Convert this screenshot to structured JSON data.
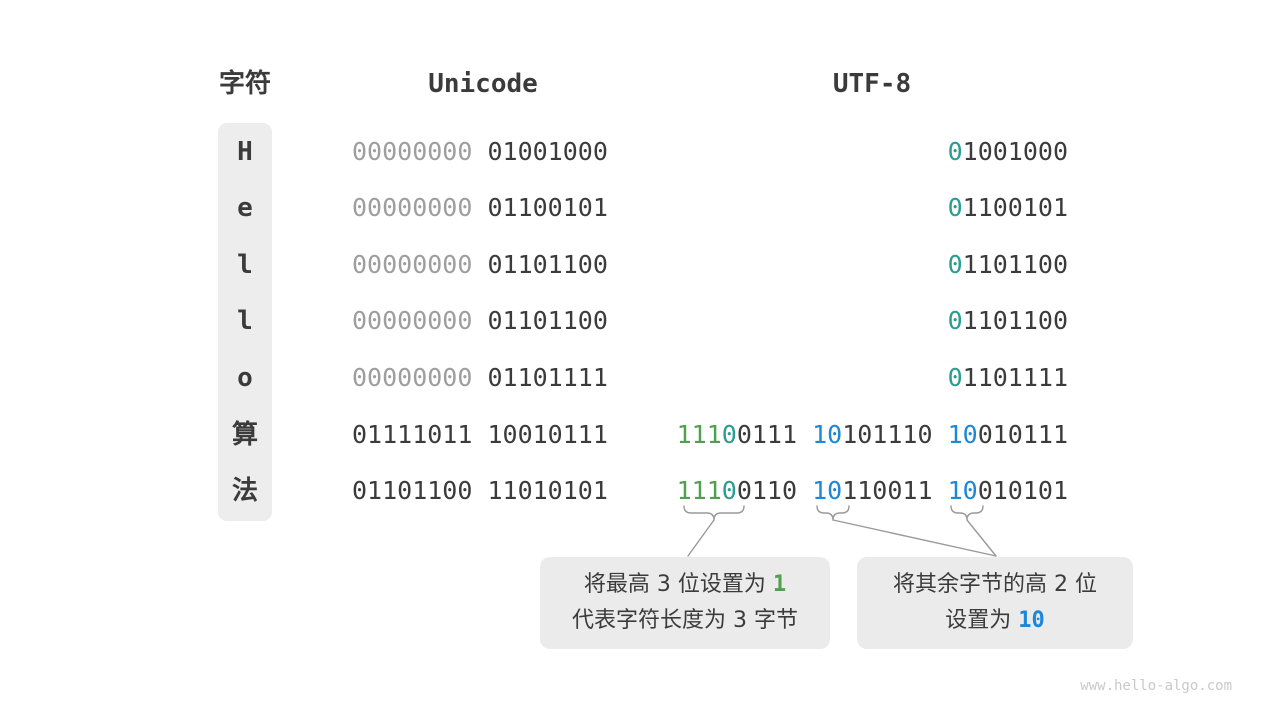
{
  "header": {
    "char": "字符",
    "unicode": "Unicode",
    "utf8": "UTF-8"
  },
  "rows": [
    {
      "char": "H",
      "unicode": [
        {
          "t": "00000000",
          "c": "gray"
        },
        {
          "t": " 01001000",
          "c": "dark"
        }
      ],
      "utf8": [
        [
          {
            "t": "0",
            "c": "teal"
          },
          {
            "t": "1001000",
            "c": "dark"
          }
        ]
      ]
    },
    {
      "char": "e",
      "unicode": [
        {
          "t": "00000000",
          "c": "gray"
        },
        {
          "t": " 01100101",
          "c": "dark"
        }
      ],
      "utf8": [
        [
          {
            "t": "0",
            "c": "teal"
          },
          {
            "t": "1100101",
            "c": "dark"
          }
        ]
      ]
    },
    {
      "char": "l",
      "unicode": [
        {
          "t": "00000000",
          "c": "gray"
        },
        {
          "t": " 01101100",
          "c": "dark"
        }
      ],
      "utf8": [
        [
          {
            "t": "0",
            "c": "teal"
          },
          {
            "t": "1101100",
            "c": "dark"
          }
        ]
      ]
    },
    {
      "char": "l",
      "unicode": [
        {
          "t": "00000000",
          "c": "gray"
        },
        {
          "t": " 01101100",
          "c": "dark"
        }
      ],
      "utf8": [
        [
          {
            "t": "0",
            "c": "teal"
          },
          {
            "t": "1101100",
            "c": "dark"
          }
        ]
      ]
    },
    {
      "char": "o",
      "unicode": [
        {
          "t": "00000000",
          "c": "gray"
        },
        {
          "t": " 01101111",
          "c": "dark"
        }
      ],
      "utf8": [
        [
          {
            "t": "0",
            "c": "teal"
          },
          {
            "t": "1101111",
            "c": "dark"
          }
        ]
      ]
    },
    {
      "char": "算",
      "unicode": [
        {
          "t": "01111011 10010111",
          "c": "dark"
        }
      ],
      "utf8": [
        [
          {
            "t": "111",
            "c": "green"
          },
          {
            "t": "0",
            "c": "teal"
          },
          {
            "t": "0111",
            "c": "dark"
          }
        ],
        [
          {
            "t": "10",
            "c": "blue"
          },
          {
            "t": "101110",
            "c": "dark"
          }
        ],
        [
          {
            "t": "10",
            "c": "blue"
          },
          {
            "t": "010111",
            "c": "dark"
          }
        ]
      ]
    },
    {
      "char": "法",
      "unicode": [
        {
          "t": "01101100 11010101",
          "c": "dark"
        }
      ],
      "utf8": [
        [
          {
            "t": "111",
            "c": "green"
          },
          {
            "t": "0",
            "c": "teal"
          },
          {
            "t": "0110",
            "c": "dark"
          }
        ],
        [
          {
            "t": "10",
            "c": "blue"
          },
          {
            "t": "110011",
            "c": "dark"
          }
        ],
        [
          {
            "t": "10",
            "c": "blue"
          },
          {
            "t": "010101",
            "c": "dark"
          }
        ]
      ]
    }
  ],
  "callouts": {
    "left": {
      "lines": [
        [
          {
            "t": "将最高 3 位设置为 ",
            "c": "dark"
          },
          {
            "t": "1",
            "c": "green",
            "mono": true,
            "bold": true
          }
        ],
        [
          {
            "t": "代表字符长度为 3 字节",
            "c": "dark"
          }
        ]
      ]
    },
    "right": {
      "lines": [
        [
          {
            "t": "将其余字节的高 2 位",
            "c": "dark"
          }
        ],
        [
          {
            "t": "设置为 ",
            "c": "dark"
          },
          {
            "t": "10",
            "c": "blue",
            "mono": true,
            "bold": true
          }
        ]
      ]
    }
  },
  "watermark": "www.hello-algo.com",
  "colors": {
    "dark": "#3b3b3b",
    "gray": "#9e9e9e",
    "teal": "#2a9d8f",
    "green": "#4fa14f",
    "blue": "#1d88d8",
    "line": "#9a9a9a",
    "callout_bg": "#ebebeb",
    "char_column_bg": "#ededed",
    "watermark": "#c9c9c9"
  },
  "layout_rows_y": [
    152,
    208,
    265,
    321,
    378,
    435,
    491
  ]
}
